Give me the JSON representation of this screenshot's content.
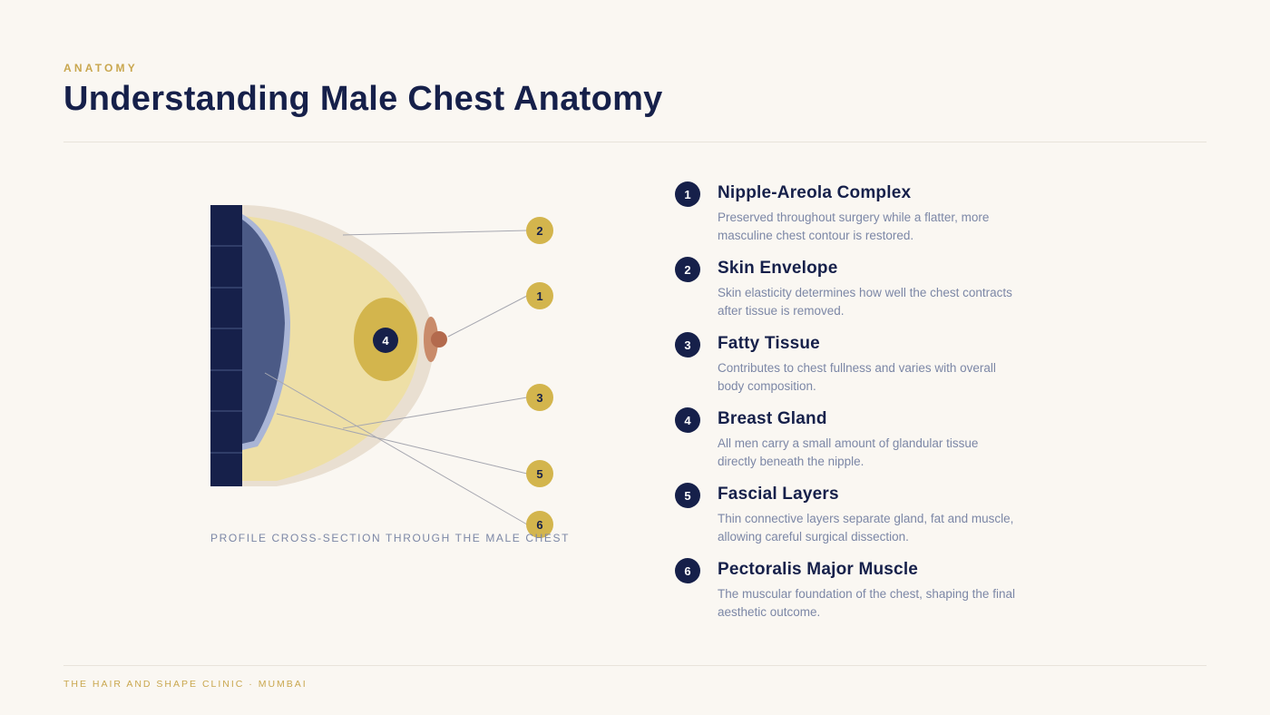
{
  "header": {
    "eyebrow": "ANATOMY",
    "title": "Understanding Male Chest Anatomy"
  },
  "diagram": {
    "caption": "PROFILE CROSS-SECTION THROUGH THE MALE CHEST",
    "markers": [
      "1",
      "2",
      "3",
      "4",
      "5",
      "6"
    ]
  },
  "legend": [
    {
      "number": "1",
      "title": "Nipple-Areola Complex",
      "description": "Preserved throughout surgery while a flatter, more masculine chest contour is restored."
    },
    {
      "number": "2",
      "title": "Skin Envelope",
      "description": "Skin elasticity determines how well the chest contracts after tissue is removed."
    },
    {
      "number": "3",
      "title": "Fatty Tissue",
      "description": "Contributes to chest fullness and varies with overall body composition."
    },
    {
      "number": "4",
      "title": "Breast Gland",
      "description": "All men carry a small amount of glandular tissue directly beneath the nipple."
    },
    {
      "number": "5",
      "title": "Fascial Layers",
      "description": "Thin connective layers separate gland, fat and muscle, allowing careful surgical dissection."
    },
    {
      "number": "6",
      "title": "Pectoralis Major Muscle",
      "description": "The muscular foundation of the chest, shaping the final aesthetic outcome."
    }
  ],
  "footer": "THE HAIR AND SHAPE CLINIC · MUMBAI",
  "colors": {
    "navy": "#16204a",
    "gold": "#c9a74f",
    "skin": "#e9dfd1",
    "fat": "#eedfa6",
    "gland": "#d3b54d",
    "muscle": "#4b5a86",
    "areola": "#c98b6a",
    "nipple": "#b36a4d",
    "background": "#faf7f2"
  }
}
